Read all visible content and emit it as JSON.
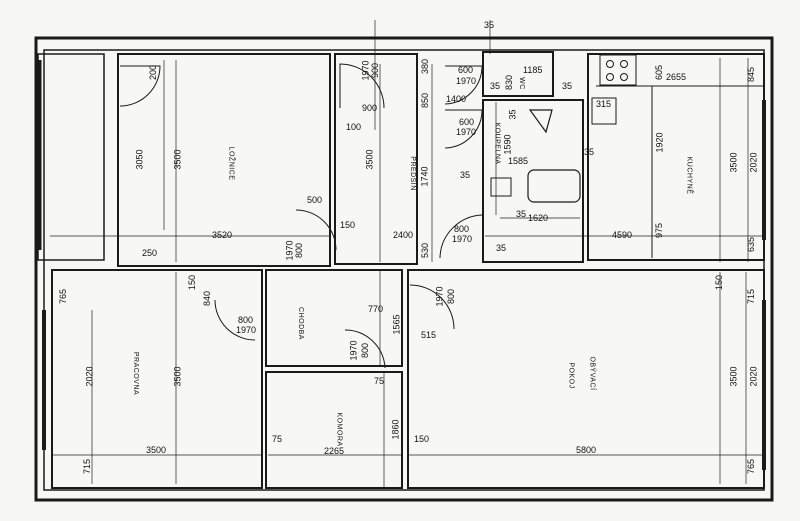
{
  "rooms": {
    "loznice": "LOŽNICE",
    "predsin": "PŘEDSÍŇ",
    "koupelna": "KOUPELNA",
    "wc": "WC",
    "kuchyne": "KUCHYNĚ",
    "pracovna": "PRACOVNA",
    "chodba": "CHODBA",
    "komora": "KOMORA",
    "obyvaci": "OBÝVACÍ",
    "pokoj": "POKOJ"
  },
  "dims": {
    "d35top": "35",
    "d900a": "900",
    "d1970a": "1970",
    "d200": "200",
    "d380": "380",
    "d600a": "600",
    "d1970b": "1970",
    "d35a": "35",
    "d830": "830",
    "d1185": "1185",
    "d35b": "35",
    "d605": "605",
    "d2655": "2655",
    "d845": "845",
    "d900b": "900",
    "d850": "850",
    "d1400": "1400",
    "d600b": "600",
    "d1970c": "1970",
    "d35c": "35",
    "d315": "315",
    "d100": "100",
    "d3050": "3050",
    "d3500a": "3500",
    "d3500b": "3500",
    "d1740": "1740",
    "d1590": "1590",
    "d1585": "1585",
    "d35d": "35",
    "d1920": "1920",
    "d3500c": "3500",
    "d2020a": "2020",
    "d35e": "35",
    "d500": "500",
    "d35f": "35",
    "d1620": "1620",
    "d150a": "150",
    "d800a": "800",
    "d1970d": "1970",
    "d800b": "800",
    "d1970e": "1970",
    "d250": "250",
    "d3520": "3520",
    "d2400": "2400",
    "d530": "530",
    "d35g": "35",
    "d4590": "4590",
    "d975": "975",
    "d635": "635",
    "d150b": "150",
    "d840": "840",
    "d765a": "765",
    "d800c": "800",
    "d1970f": "1970",
    "d770": "770",
    "d1565": "1565",
    "d800d": "800",
    "d1970g": "1970",
    "d515": "515",
    "d150c": "150",
    "d715a": "715",
    "d800e": "800",
    "d1970h": "1970",
    "d3500d": "3500",
    "d2020b": "2020",
    "d75a": "75",
    "d1860": "1860",
    "d3500e": "3500",
    "d2020c": "2020",
    "d3500f": "3500",
    "d75b": "75",
    "d2265": "2265",
    "d150d": "150",
    "d5800": "5800",
    "d715b": "715",
    "d765b": "765"
  }
}
